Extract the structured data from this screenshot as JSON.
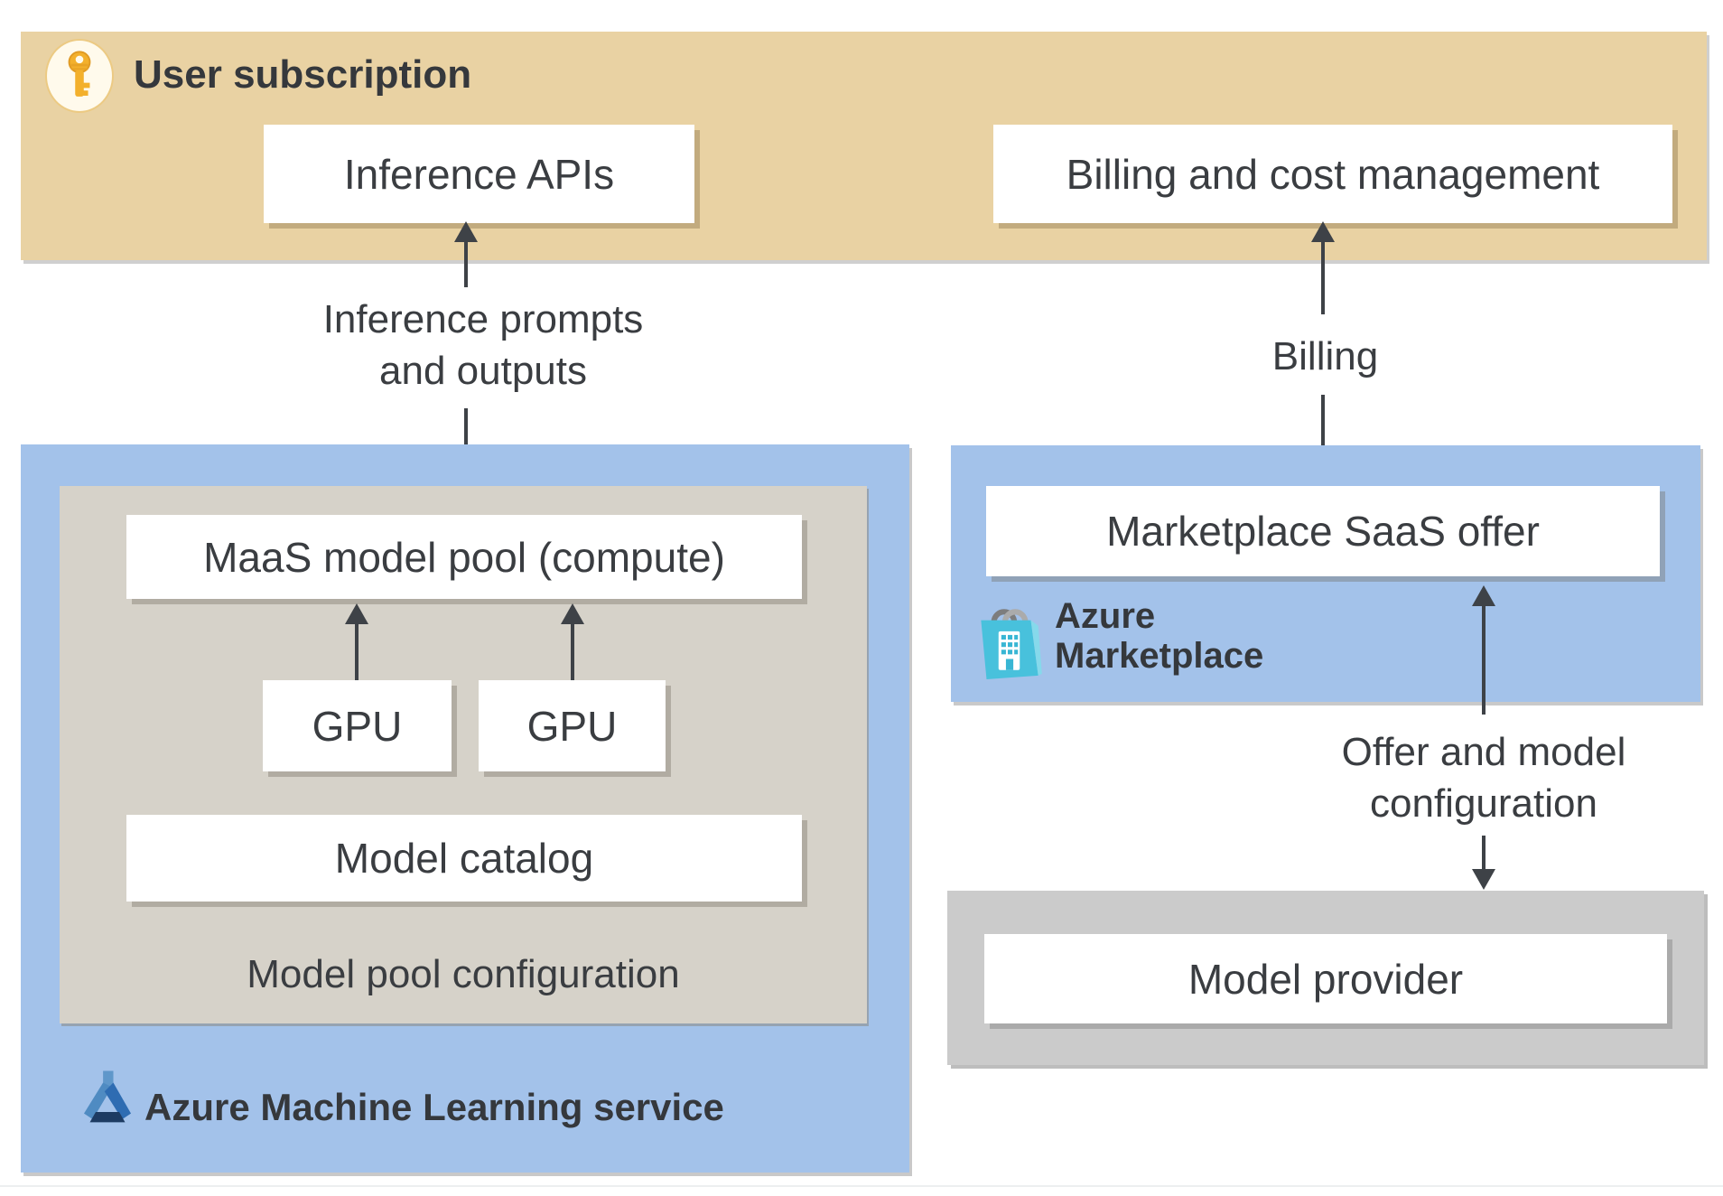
{
  "palette": {
    "banner_tan": "#e9d2a3",
    "container_blue": "#a3c2ea",
    "inner_gray_warm": "#d6d2c9",
    "provider_gray": "#cbcbcb",
    "box_white": "#ffffff",
    "arrow_dark": "#3e4247",
    "text_dark": "#3a3d41",
    "key_gold": "#f3b02c",
    "bag_cyan": "#48c1dc",
    "flask_blue_light": "#5f97ca",
    "flask_blue_mid": "#2e6cb2",
    "flask_navy": "#1d3b62"
  },
  "user_subscription": {
    "title": "User subscription",
    "icon": "key-icon",
    "inference_apis": "Inference APIs",
    "billing_mgmt": "Billing and cost management"
  },
  "annotations": {
    "inference_line1": "Inference prompts",
    "inference_line2": "and outputs",
    "billing": "Billing",
    "offer_line1": "Offer and model",
    "offer_line2": "configuration"
  },
  "aml": {
    "title": "Azure Machine Learning service",
    "icon": "flask-icon",
    "maas_pool": "MaaS model pool (compute)",
    "gpu_left": "GPU",
    "gpu_right": "GPU",
    "model_catalog": "Model catalog",
    "pool_config": "Model pool configuration"
  },
  "marketplace": {
    "title_line1": "Azure",
    "title_line2": "Marketplace",
    "icon": "shopping-bag-icon",
    "saas_offer": "Marketplace SaaS offer"
  },
  "provider": {
    "model_provider": "Model provider"
  }
}
